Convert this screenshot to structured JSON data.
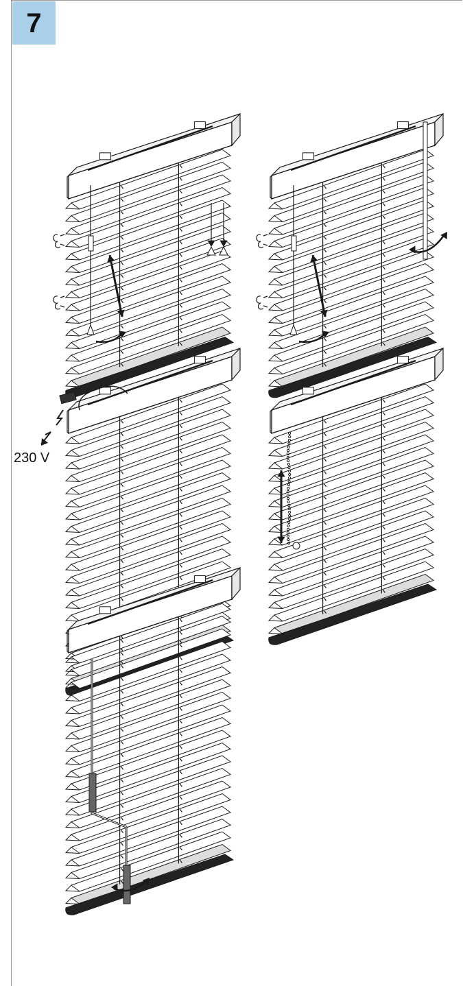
{
  "step": {
    "number": "7"
  },
  "motor_option": {
    "voltage_label": "230 V"
  },
  "colors": {
    "accent": "#a9cfe9",
    "line": "#1a1a1a"
  },
  "illustrations": [
    {
      "id": "blind-cord-tilt",
      "control": "cord-and-tilt-wand-cords",
      "icons": [
        "cord-lift-arrow-icon",
        "tilt-curve-arrow-icon",
        "cord-pull-down-arrow-icon"
      ]
    },
    {
      "id": "blind-cord-rod",
      "control": "cord-and-tilt-rod",
      "icons": [
        "cord-lift-arrow-icon",
        "rod-rotate-arrow-icon"
      ]
    },
    {
      "id": "blind-motor",
      "control": "electric-motor",
      "icons": [
        "lightning-icon",
        "plug-icon"
      ]
    },
    {
      "id": "blind-chain",
      "control": "bead-chain",
      "icons": [
        "chain-up-down-arrow-icon"
      ]
    },
    {
      "id": "blind-crank",
      "control": "crank-rod",
      "icons": [
        "crank-rotate-arrow-icon"
      ]
    }
  ]
}
